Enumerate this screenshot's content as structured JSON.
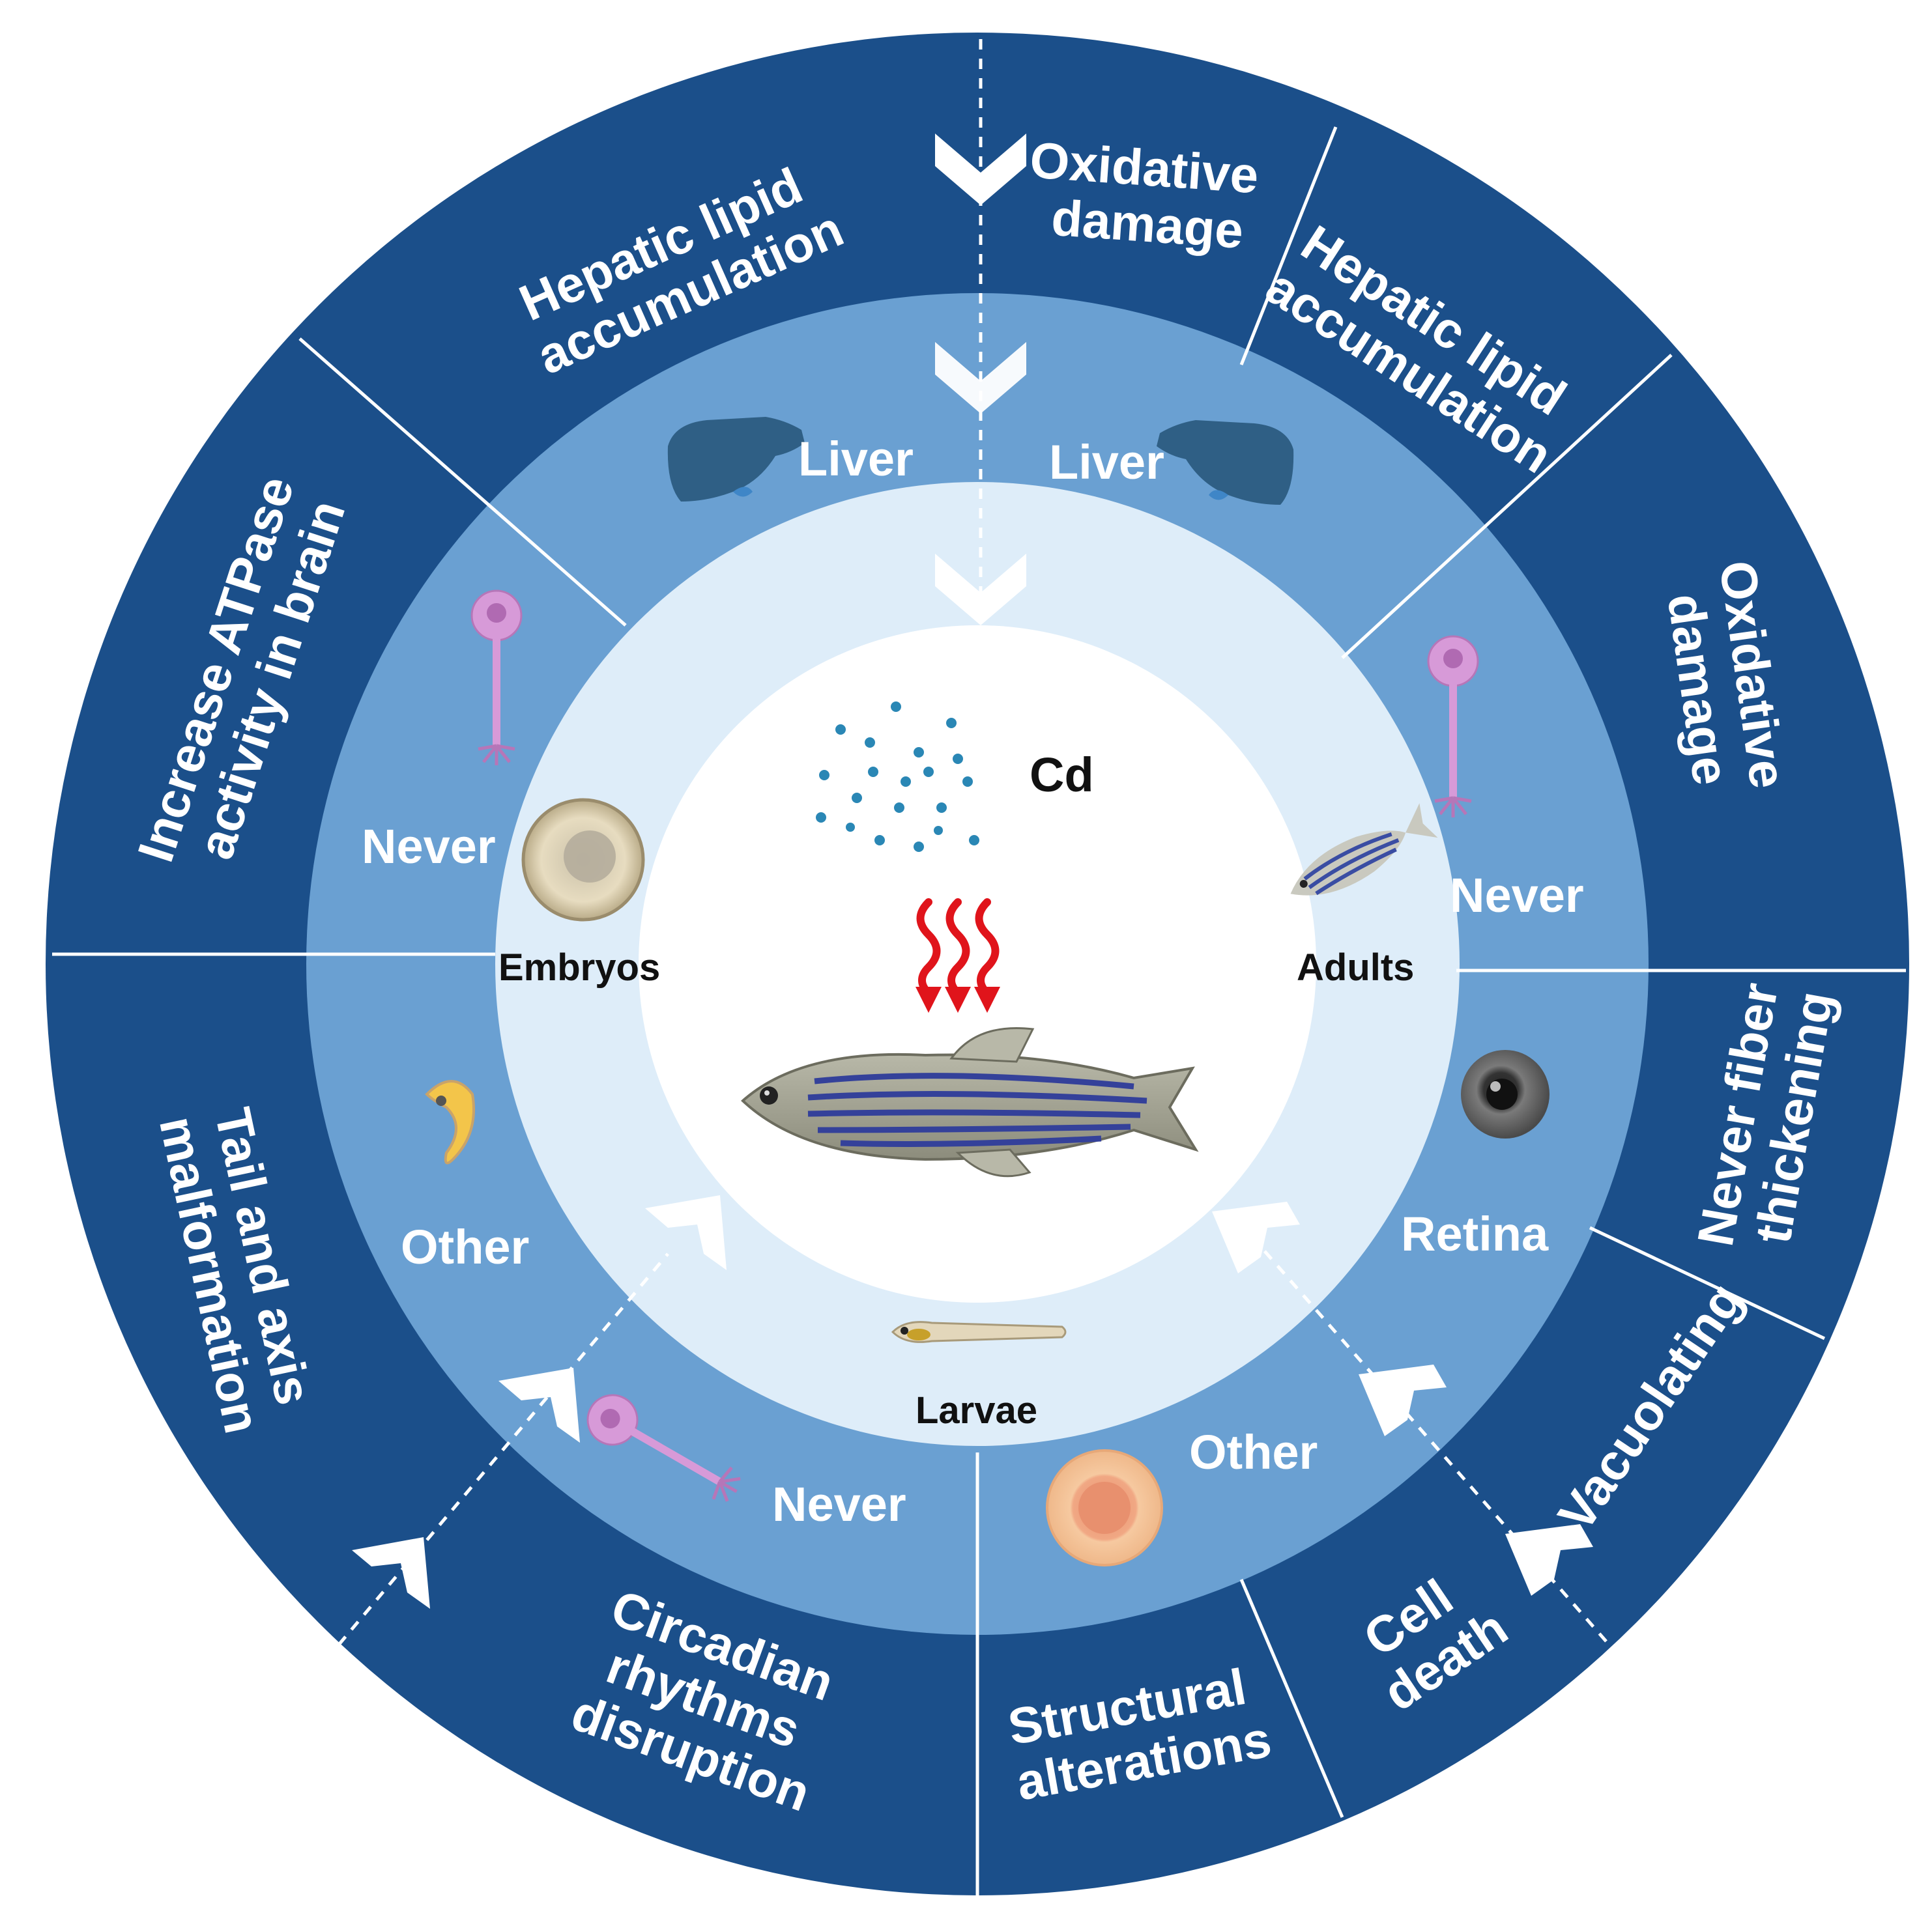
{
  "center": {
    "toxicant": "Cd",
    "stages": {
      "embryos": "Embryos",
      "adults": "Adults",
      "larvae": "Larvae"
    }
  },
  "middle_ring": {
    "liver_left": "Liver",
    "liver_right": "Liver",
    "never_left": "Never",
    "never_right": "Never",
    "other_left": "Other",
    "retina": "Retina",
    "never_bottom": "Never",
    "other_bottom": "Other"
  },
  "outer_ring": {
    "hepatic_top_left": [
      "Hepatic lipid",
      "accumulation"
    ],
    "oxidative_top": [
      "Oxidative",
      "damage"
    ],
    "hepatic_top_right": [
      "Hepatic lipid",
      "accumulation"
    ],
    "oxidative_right": [
      "Oxidative",
      "damage"
    ],
    "fiber_thickening": [
      "Never fiber",
      "thickening"
    ],
    "vacuolating": [
      "Vacuolating"
    ],
    "cell_death": [
      "Cell",
      "death"
    ],
    "structural": [
      "Structural",
      "alterations"
    ],
    "circadian": [
      "Circadian",
      "rhythms",
      "disruption"
    ],
    "tail_axis": [
      "Tail and axis",
      "malformation"
    ],
    "atpase": [
      "Increase ATPase",
      "activity in brain"
    ]
  },
  "colors": {
    "outer_ring": "#1b4f8a",
    "middle_ring": "#6aa0d2",
    "inner_ring": "#deedf9",
    "core": "#ffffff",
    "neuron": "#d79ad8",
    "liver": "#2f5f85",
    "heat_arrows": "#e0141b",
    "particles": "#2a87b5"
  },
  "icons": [
    "liver-icon",
    "neuron-icon",
    "embryo-icon",
    "adult-zebrafish-icon",
    "larva-icon",
    "zebrafish-icon",
    "eye-icon",
    "cell-icon",
    "heat-arrow-icon",
    "cd-particles-icon",
    "chevron-icon"
  ]
}
